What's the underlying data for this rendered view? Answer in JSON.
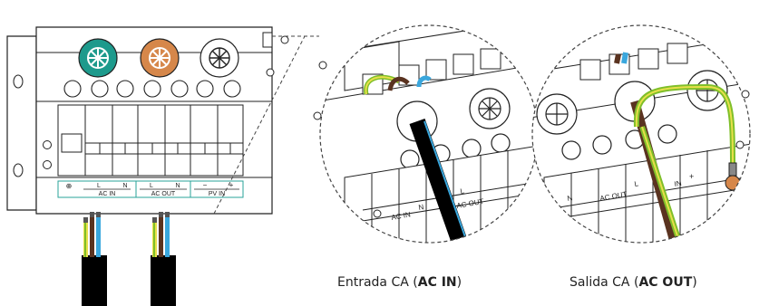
{
  "panel": {
    "ground_symbol": "⊕",
    "label_L": "L",
    "label_N": "N",
    "label_minus": "−",
    "label_plus": "+",
    "ac_in": "AC IN",
    "ac_out": "AC OUT",
    "pv_in": "PV IN",
    "gland_colors": {
      "ac_in": "#1d9a8c",
      "ac_out": "#d6874a",
      "pv_in": "#ffffff"
    }
  },
  "zoom_in": {
    "label_ac_in": "AC IN",
    "label_n": "N",
    "label_ac_out": "AC OUT",
    "label_l": "L"
  },
  "zoom_out": {
    "label_ac_out": "AC OUT",
    "label_n": "N",
    "label_l": "L",
    "label_in": "IN",
    "label_plus": "+"
  },
  "captions": {
    "ac_in": {
      "prefix": "Entrada CA (",
      "bold": "AC IN",
      "suffix": ")"
    },
    "ac_out": {
      "prefix": "Salida CA (",
      "bold": "AC OUT",
      "suffix": ")"
    }
  },
  "colors": {
    "wire_brown": "#5a3320",
    "wire_blue": "#3aa7dd",
    "wire_green": "#7fbf2a",
    "wire_yellow": "#e8e04a",
    "accent": "#2aa39a"
  }
}
